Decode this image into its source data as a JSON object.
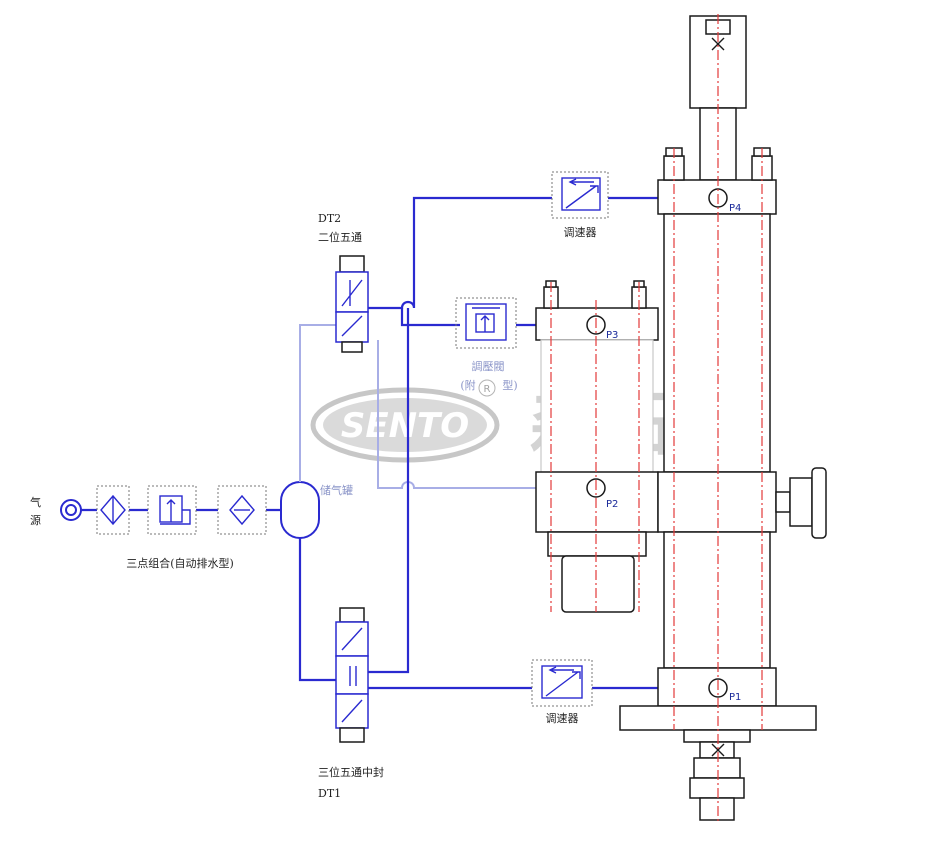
{
  "labels": {
    "air_source": "气源",
    "frl": "三点组合(自动排水型)",
    "tank": "储气罐",
    "dt2_code": "DT2",
    "dt2_name": "二位五通",
    "dt1_name": "三位五通中封",
    "dt1_code": "DT1",
    "speed_top": "调速器",
    "speed_bottom": "调速器",
    "reg_line1": "調壓閥",
    "reg_line2": "(附",
    "reg_line3": "型)",
    "p1": "P1",
    "p2": "P2",
    "p3": "P3",
    "p4": "P4"
  },
  "watermark": {
    "brand": "SENTO",
    "chinese": "森拓",
    "registered": "R"
  },
  "colors": {
    "pipe": "#2a2ad0",
    "pipe_faint": "#a8aee6",
    "centerline": "#e23a3a",
    "outline": "#1a1a1a"
  }
}
